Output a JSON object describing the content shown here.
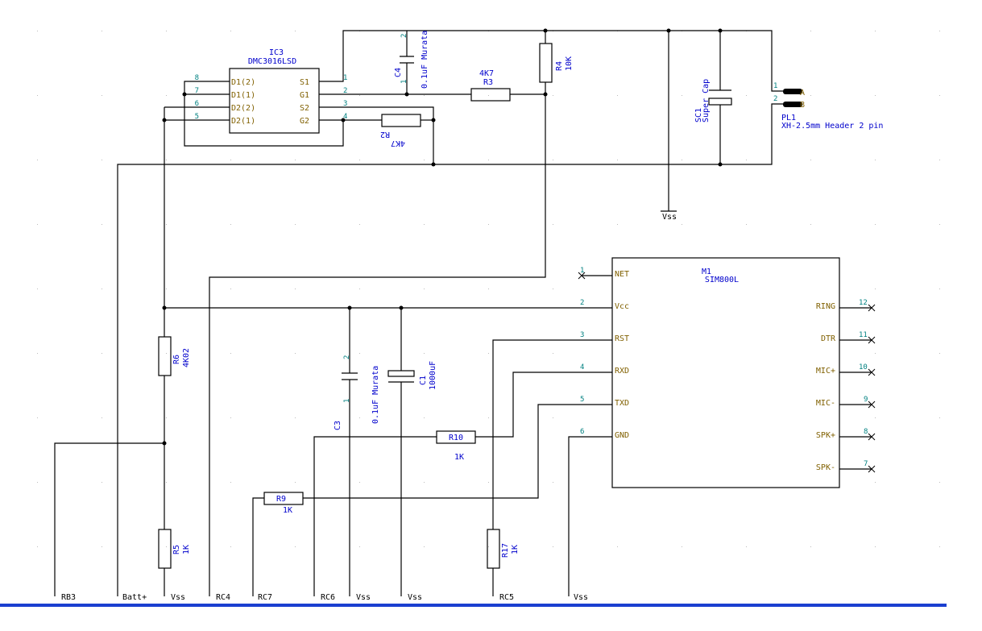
{
  "ic3": {
    "ref": "IC3",
    "value": "DMC3016LSD",
    "pins_left": [
      {
        "num": "8",
        "name": "D1(2)"
      },
      {
        "num": "7",
        "name": "D1(1)"
      },
      {
        "num": "6",
        "name": "D2(2)"
      },
      {
        "num": "5",
        "name": "D2(1)"
      }
    ],
    "pins_right": [
      {
        "num": "1",
        "name": "S1"
      },
      {
        "num": "2",
        "name": "G1"
      },
      {
        "num": "3",
        "name": "S2"
      },
      {
        "num": "4",
        "name": "G2"
      }
    ]
  },
  "c4": {
    "ref": "C4",
    "value": "0.1uF Murata",
    "pin1": "1",
    "pin2": "2"
  },
  "r3": {
    "ref": "R3",
    "value": "4K7"
  },
  "r4": {
    "ref": "R4",
    "value": "10K"
  },
  "r2": {
    "ref": "R2",
    "value": "4K7"
  },
  "vss_top": "Vss",
  "sc1": {
    "ref": "SC1",
    "value": "Super Cap"
  },
  "pl1": {
    "ref": "PL1",
    "value": "XH-2.5mm Header 2 pin",
    "pin1": "1",
    "pin2": "2",
    "labelA": "A",
    "labelB": "B"
  },
  "m1": {
    "ref": "M1",
    "value": "SIM800L",
    "pins_left": [
      {
        "num": "1",
        "name": "NET"
      },
      {
        "num": "2",
        "name": "Vcc"
      },
      {
        "num": "3",
        "name": "RST"
      },
      {
        "num": "4",
        "name": "RXD"
      },
      {
        "num": "5",
        "name": "TXD"
      },
      {
        "num": "6",
        "name": "GND"
      }
    ],
    "pins_right": [
      {
        "num": "12",
        "name": "RING"
      },
      {
        "num": "11",
        "name": "DTR"
      },
      {
        "num": "10",
        "name": "MIC+"
      },
      {
        "num": "9",
        "name": "MIC-"
      },
      {
        "num": "8",
        "name": "SPK+"
      },
      {
        "num": "7",
        "name": "SPK-"
      }
    ]
  },
  "r6": {
    "ref": "R6",
    "value": "4K02"
  },
  "c3": {
    "ref": "C3",
    "value": "0.1uF Murata",
    "pin1": "1",
    "pin2": "2"
  },
  "c1": {
    "ref": "C1",
    "value": "1000uF"
  },
  "r10": {
    "ref": "R10",
    "value": "1K"
  },
  "r9": {
    "ref": "R9",
    "value": "1K"
  },
  "r5": {
    "ref": "R5",
    "value": "1K"
  },
  "r17": {
    "ref": "R17",
    "value": "1K"
  },
  "bus_labels": [
    "RB3",
    "Batt+",
    "Vss",
    "RC4",
    "RC7",
    "RC6",
    "Vss",
    "Vss",
    "RC5",
    "Vss"
  ]
}
